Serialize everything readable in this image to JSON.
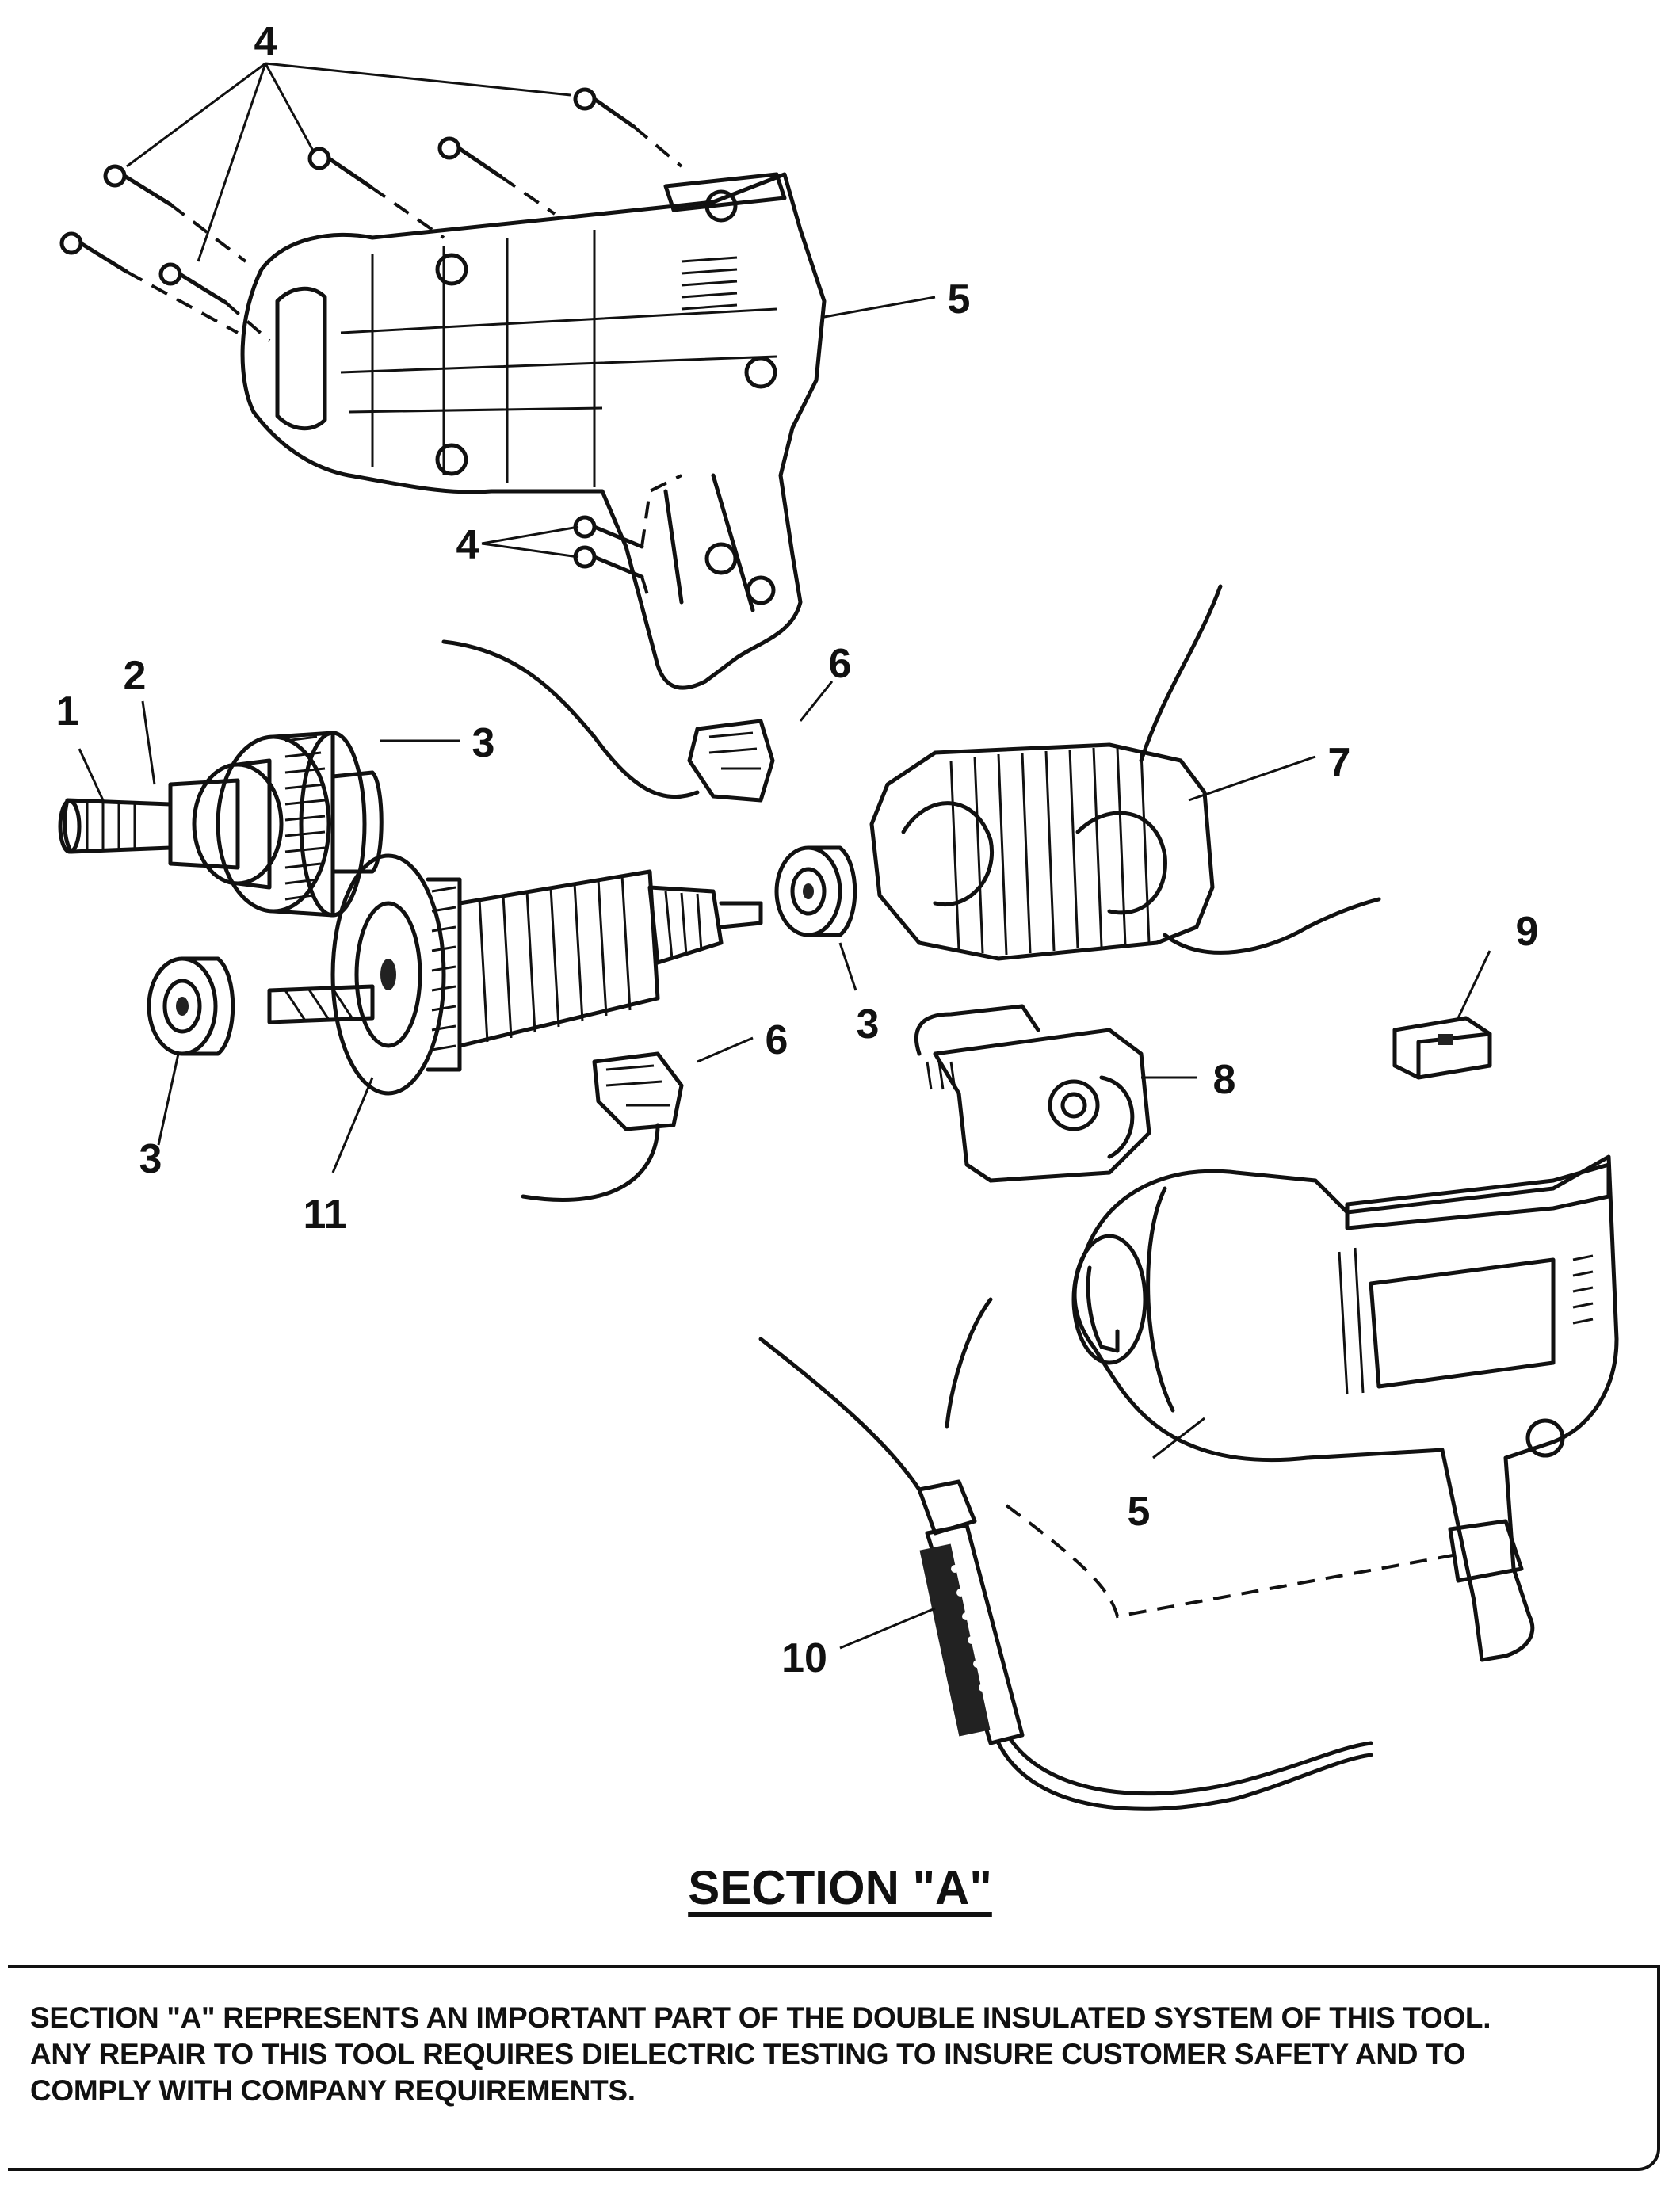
{
  "diagram": {
    "callouts": [
      {
        "id": "4-top",
        "text": "4"
      },
      {
        "id": "5-top",
        "text": "5"
      },
      {
        "id": "4-mid",
        "text": "4"
      },
      {
        "id": "1",
        "text": "1"
      },
      {
        "id": "2",
        "text": "2"
      },
      {
        "id": "3-a",
        "text": "3"
      },
      {
        "id": "6-a",
        "text": "6"
      },
      {
        "id": "7",
        "text": "7"
      },
      {
        "id": "9",
        "text": "9"
      },
      {
        "id": "3-b",
        "text": "3"
      },
      {
        "id": "6-b",
        "text": "6"
      },
      {
        "id": "8",
        "text": "8"
      },
      {
        "id": "3-c",
        "text": "3"
      },
      {
        "id": "11",
        "text": "11"
      },
      {
        "id": "5-bottom",
        "text": "5"
      },
      {
        "id": "10",
        "text": "10"
      }
    ]
  },
  "section_title": "SECTION \"A\"",
  "notice": {
    "lines": [
      "SECTION \"A\" REPRESENTS AN IMPORTANT PART OF THE DOUBLE INSULATED SYSTEM OF THIS TOOL.",
      "ANY REPAIR TO THIS TOOL REQUIRES DIELECTRIC TESTING TO INSURE CUSTOMER SAFETY AND TO",
      "COMPLY WITH COMPANY REQUIREMENTS."
    ]
  }
}
